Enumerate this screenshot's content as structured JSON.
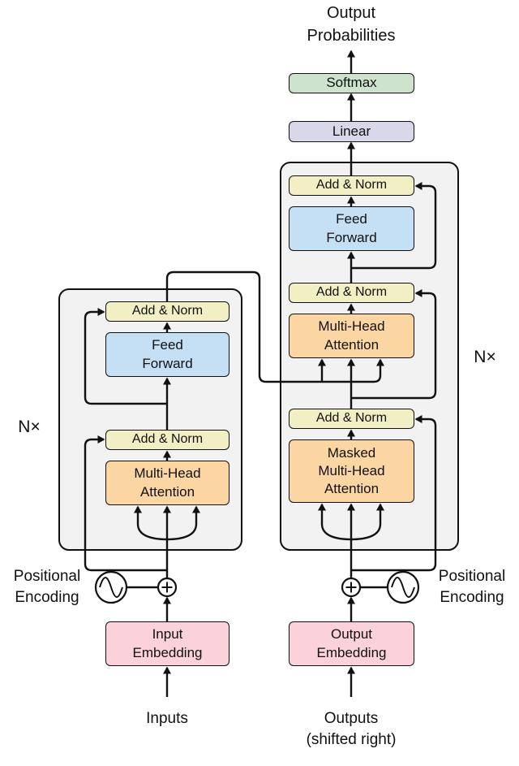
{
  "colors": {
    "stack_fill": "#f2f2f2",
    "add_norm_fill": "#f1efc3",
    "feed_forward_fill": "#c5e0f5",
    "attention_fill": "#fbd6a3",
    "softmax_fill": "#cde3cc",
    "linear_fill": "#d8d8ea",
    "embedding_fill": "#fbd2da",
    "line": "#111111"
  },
  "top": {
    "output_probabilities": "Output\nProbabilities",
    "softmax": "Softmax",
    "linear": "Linear"
  },
  "encoder": {
    "n_label": "N×",
    "add_norm_top": "Add & Norm",
    "feed_forward": "Feed\nForward",
    "add_norm_bottom": "Add & Norm",
    "multi_head_attention": "Multi-Head\nAttention"
  },
  "decoder": {
    "n_label": "N×",
    "add_norm_top": "Add & Norm",
    "feed_forward": "Feed\nForward",
    "add_norm_middle": "Add & Norm",
    "multi_head_attention": "Multi-Head\nAttention",
    "add_norm_bottom": "Add & Norm",
    "masked_multi_head_attention": "Masked\nMulti-Head\nAttention"
  },
  "bottom": {
    "positional_encoding_left": "Positional\nEncoding",
    "positional_encoding_right": "Positional\nEncoding",
    "input_embedding": "Input\nEmbedding",
    "output_embedding": "Output\nEmbedding",
    "inputs": "Inputs",
    "outputs": "Outputs\n(shifted right)"
  }
}
